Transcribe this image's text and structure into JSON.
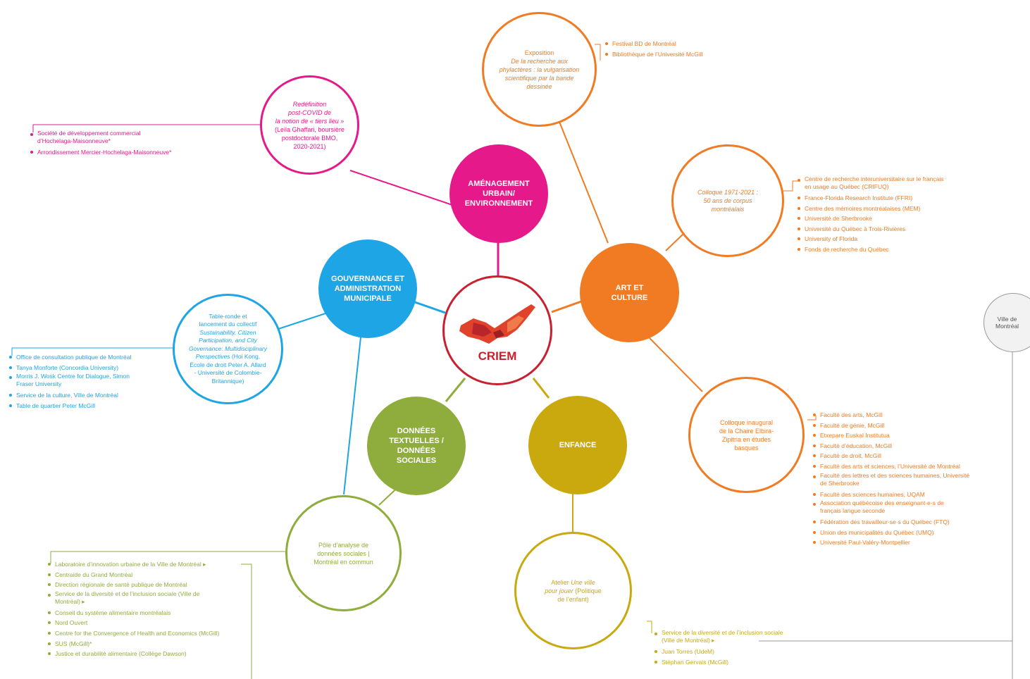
{
  "colors": {
    "amenagement": "#e6198a",
    "art": "#f07b22",
    "gouvernance": "#1ea5e6",
    "donnees": "#8fad3c",
    "enfance": "#c9a90e",
    "center": "#c8202f",
    "ville": "#9a9a9a"
  },
  "center": {
    "label": "CRIEM",
    "logo_icon": "montreal-island-map-icon"
  },
  "themes": {
    "amenagement": "AMÉNAGEMENT URBAIN/ ENVIRONNEMENT",
    "art": "ART ET CULTURE",
    "gouvernance": "GOUVERNANCE ET ADMINISTRATION MUNICIPALE",
    "donnees": "DONNÉES TEXTUELLES / DONNÉES SOCIALES",
    "enfance": "ENFANCE"
  },
  "projects": {
    "exposition": {
      "l1": "Exposition",
      "l2": "De la recherche aux",
      "l3": "phylactères : la vulgarisation",
      "l4": "scientifique par la bande",
      "l5": "dessinée"
    },
    "redefinition": {
      "l1": "Redéfinition",
      "l2": "post-COVID de",
      "l3": "la notion de « tiers lieu »",
      "l4": "(Leila Ghaffari, boursière",
      "l5": "postdoctorale BMO,",
      "l6": "2020-2021)"
    },
    "colloque1971": {
      "l1": "Colloque 1971-2021 :",
      "l2": "50 ans de corpus",
      "l3": "montréalais"
    },
    "tableronde": {
      "l1": "Table-ronde et",
      "l2": "lancement du collectif",
      "l3": "Sustainability, Citizen",
      "l4": "Participation, and City",
      "l5": "Governance: Multidisciplinary",
      "l6": "Perspectives",
      "l6b": " (Hoi Kong,",
      "l7": "École de droit Peter A. Allard",
      "l8": "- Université de Colombie-",
      "l9": "Britannique)"
    },
    "colloque_basque": {
      "l1": "Colloque inaugural",
      "l2": "de la Chaire Elbira-",
      "l3": "Zipitria en études",
      "l4": "basques"
    },
    "pole": {
      "l1": "Pôle d’analyse de",
      "l2": "données sociales |",
      "l3": "Montréal en commun"
    },
    "atelier": {
      "l1a": "Atelier ",
      "l1b": "Une ville",
      "l2a": "pour jouer",
      "l2b": " (Politique",
      "l3": "de l’enfant)"
    },
    "ville": {
      "l1": "Ville de",
      "l2": "Montréal"
    }
  },
  "partners": {
    "exposition": [
      "Festival BD de Montréal",
      "Bibliothèque de l’Université McGill"
    ],
    "redefinition": [
      "Société de développement commercial d’Hochelaga-Maisonneuve*",
      "Arrondissement Mercier-Hochelaga-Maisonneuve*"
    ],
    "colloque1971": [
      "Centre de recherche interuniversitaire sur le français en usage au Québec (CRIFUQ)",
      "France-Florida Research Institute (FFRI)",
      "Centre des mémoires montréalaises (MEM)",
      "Université de Sherbrooke",
      "Université du Québec à Trois-Rivières",
      "University of Florida",
      "Fonds de recherche du Québec"
    ],
    "tableronde": [
      "Office de consultation publique de Montréal",
      "Tanya Monforte (Concordia University)",
      "Morris J. Wosk Centre for Dialogue, Simon Fraser University",
      "Service de la culture, Ville de Montréal",
      "Table de quartier Peter McGill"
    ],
    "colloque_basque": [
      "Faculté des arts, McGill",
      "Faculté de génie, McGill",
      "Etxepare Euskal Institutua",
      "Faculté d’éducation, McGill",
      "Faculté de droit, McGill",
      "Faculté des arts et sciences, l’Université de Montréal",
      "Faculté des lettres et des sciences humaines, Université de Sherbrooke",
      "Faculté des sciences humaines, UQAM",
      "Association québécoise des enseignant·e·s de français langue seconde",
      "Fédération des travailleur·se·s du Québec (FTQ)",
      "Union des municipalités du Québec (UMQ)",
      "Université Paul-Valéry-Montpellier"
    ],
    "pole": [
      "Laboratoire d’innovation urbaine de la Ville de Montréal ▸",
      "Centraide du Grand Montréal",
      "Direction régionale de santé publique de Montréal",
      "Service de la diversité et de l’inclusion sociale (Ville de Montréal) ▸",
      "Conseil du système alimentaire montréalais",
      "Nord Ouvert",
      "Centre for the Convergence of Health and Economics (McGill)",
      "SUS (McGill)*",
      "Justice et durabilité alimentaire (Collège Dawson)"
    ],
    "atelier": [
      "Service de la diversité et de l’inclusion sociale (Ville de Montréal) ▸",
      "Juan Torres (UdeM)",
      "Stéphan Gervais (McGill)"
    ]
  }
}
